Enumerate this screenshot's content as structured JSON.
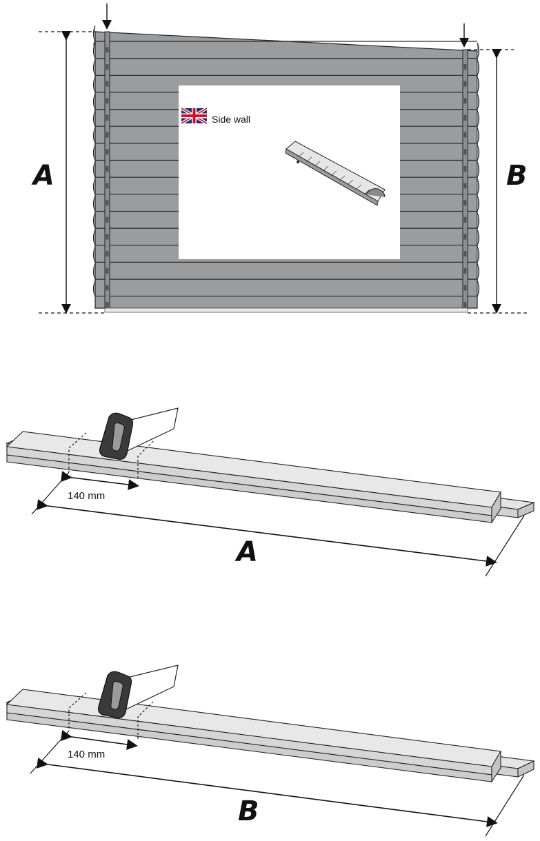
{
  "wall": {
    "legend_text": "Side wall",
    "label_left": "A",
    "label_right": "B",
    "wall_color": "#9b9c9e",
    "flag_icon": "uk-flag-icon",
    "ruler_icon": "folding-ruler-icon"
  },
  "cut_a": {
    "offset_label": "140 mm",
    "length_label": "A"
  },
  "cut_b": {
    "offset_label": "140 mm",
    "length_label": "B"
  },
  "colors": {
    "board_top": "#e4e4e4",
    "board_side": "#cfcfcf",
    "saw_handle": "#3a3a3a",
    "line": "#111111"
  }
}
